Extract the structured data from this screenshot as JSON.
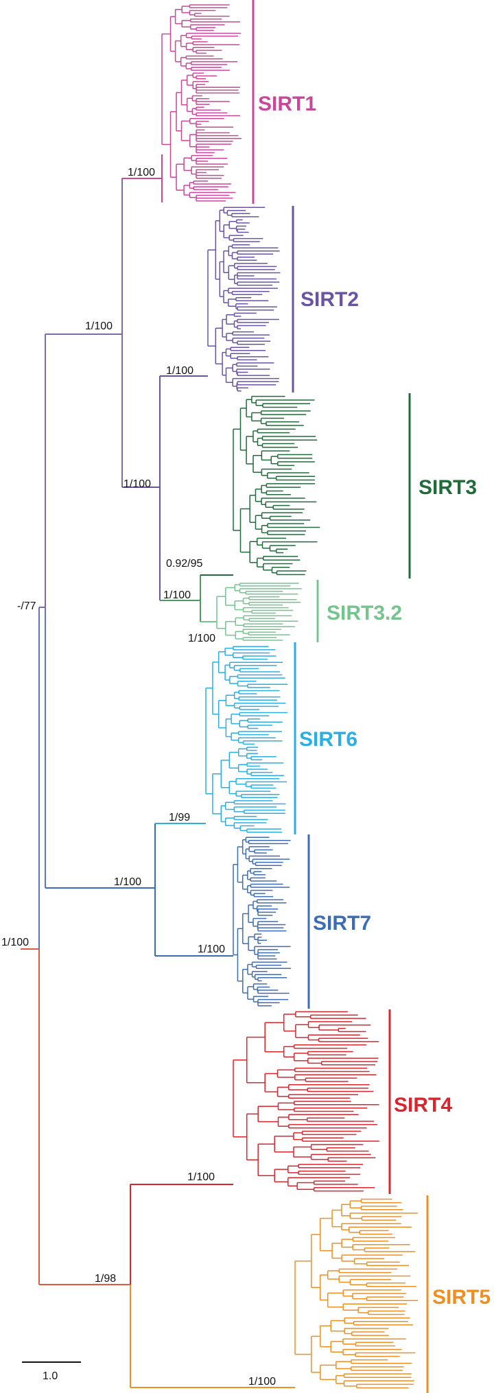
{
  "figure": {
    "scale_bar_label": "1.0"
  },
  "colors": {
    "SIRT1": "#c9479b",
    "SIRT2": "#6a53a5",
    "SIRT3": "#1f6b3a",
    "SIRT3.2": "#74c48d",
    "SIRT6": "#2aaee3",
    "SIRT7": "#3c6db3",
    "SIRT4": "#d9252c",
    "SIRT5": "#ef8f22",
    "backbone_upper": "#7f6aa8",
    "backbone_lower": "#e3593c",
    "text": "#111111"
  },
  "clades": [
    {
      "id": "sirt1",
      "label": "SIRT1",
      "color_key": "SIRT1"
    },
    {
      "id": "sirt2",
      "label": "SIRT2",
      "color_key": "SIRT2"
    },
    {
      "id": "sirt3",
      "label": "SIRT3",
      "color_key": "SIRT3"
    },
    {
      "id": "sirt32",
      "label": "SIRT3.2",
      "color_key": "SIRT3.2"
    },
    {
      "id": "sirt6",
      "label": "SIRT6",
      "color_key": "SIRT6"
    },
    {
      "id": "sirt7",
      "label": "SIRT7",
      "color_key": "SIRT7"
    },
    {
      "id": "sirt4",
      "label": "SIRT4",
      "color_key": "SIRT4"
    },
    {
      "id": "sirt5",
      "label": "SIRT5",
      "color_key": "SIRT5"
    }
  ],
  "support_values": [
    {
      "id": "root",
      "text": "1/100"
    },
    {
      "id": "n77",
      "text": "-/77"
    },
    {
      "id": "sirt12",
      "text": "1/100"
    },
    {
      "id": "sirt1",
      "text": "1/100"
    },
    {
      "id": "sirt2",
      "text": "1/100"
    },
    {
      "id": "sirt3group",
      "text": "1/100"
    },
    {
      "id": "sirt3",
      "text": "0.92/95"
    },
    {
      "id": "sirt3_32",
      "text": "1/100"
    },
    {
      "id": "sirt32",
      "text": "1/100"
    },
    {
      "id": "sirt67",
      "text": "1/100"
    },
    {
      "id": "sirt6",
      "text": "1/99"
    },
    {
      "id": "sirt7",
      "text": "1/100"
    },
    {
      "id": "sirt45",
      "text": "1/98"
    },
    {
      "id": "sirt4",
      "text": "1/100"
    },
    {
      "id": "sirt5",
      "text": "1/100"
    }
  ]
}
